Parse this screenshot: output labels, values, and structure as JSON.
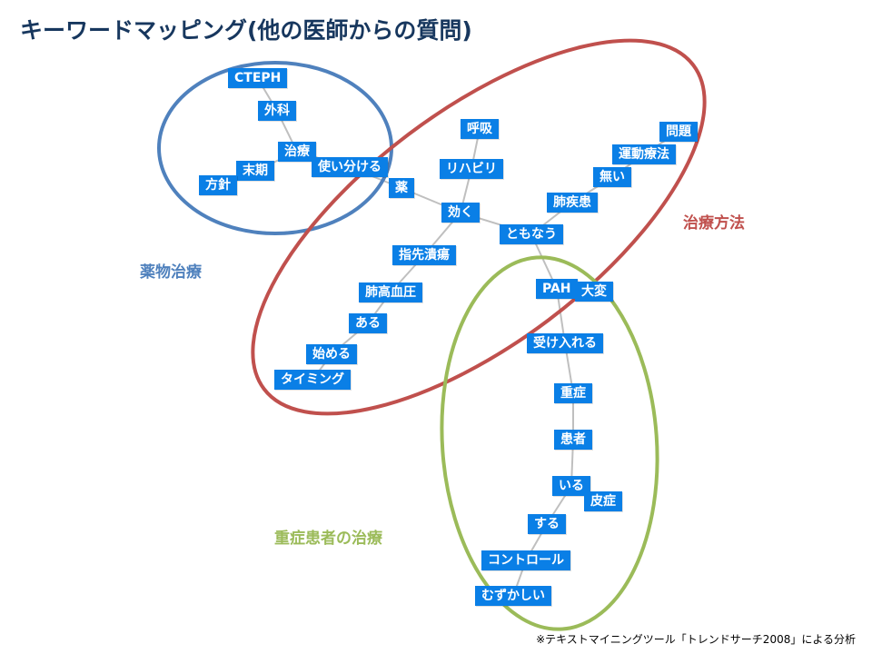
{
  "title": "キーワードマッピング(他の医師からの質問)",
  "footnote": "※テキストマイニングツール「トレンドサーチ2008」による分析",
  "colors": {
    "node_bg": "#0a7fe6",
    "node_text": "#ffffff",
    "edge": "#bfbfbf",
    "title": "#17375e",
    "group_drug": "#4f81bd",
    "group_method": "#c0504d",
    "group_severe": "#9bbb59"
  },
  "groups": [
    {
      "id": "drug",
      "label": "薬物治療",
      "color": "#4f81bd"
    },
    {
      "id": "method",
      "label": "治療方法",
      "color": "#c0504d"
    },
    {
      "id": "severe",
      "label": "重症患者の治療",
      "color": "#9bbb59"
    }
  ],
  "nodes": [
    {
      "id": "cteph",
      "label": "CTEPH"
    },
    {
      "id": "geka",
      "label": "外科"
    },
    {
      "id": "chiryo",
      "label": "治療"
    },
    {
      "id": "tsukaiwake",
      "label": "使い分ける"
    },
    {
      "id": "makki",
      "label": "末期"
    },
    {
      "id": "houshin",
      "label": "方針"
    },
    {
      "id": "kusuri",
      "label": "薬"
    },
    {
      "id": "kokyu",
      "label": "呼吸"
    },
    {
      "id": "rihabiri",
      "label": "リハビリ"
    },
    {
      "id": "kiku",
      "label": "効く"
    },
    {
      "id": "tomonau",
      "label": "ともなう"
    },
    {
      "id": "shikkan",
      "label": "肺疾患"
    },
    {
      "id": "nai",
      "label": "無い"
    },
    {
      "id": "undo",
      "label": "運動療法"
    },
    {
      "id": "mondai",
      "label": "問題"
    },
    {
      "id": "shisen",
      "label": "指先潰瘍"
    },
    {
      "id": "hai_ketsuatsu",
      "label": "肺高血圧"
    },
    {
      "id": "aru",
      "label": "ある"
    },
    {
      "id": "hajimeru",
      "label": "始める"
    },
    {
      "id": "timing",
      "label": "タイミング"
    },
    {
      "id": "pah",
      "label": "PAH"
    },
    {
      "id": "taihen",
      "label": "大変"
    },
    {
      "id": "ukeireru",
      "label": "受け入れる"
    },
    {
      "id": "jusho",
      "label": "重症"
    },
    {
      "id": "kanja",
      "label": "患者"
    },
    {
      "id": "iru",
      "label": "いる"
    },
    {
      "id": "hisho",
      "label": "皮症"
    },
    {
      "id": "suru",
      "label": "する"
    },
    {
      "id": "control",
      "label": "コントロール"
    },
    {
      "id": "muzukashii",
      "label": "むずかしい"
    }
  ],
  "edges": [
    [
      "cteph",
      "geka"
    ],
    [
      "geka",
      "chiryo"
    ],
    [
      "chiryo",
      "tsukaiwake"
    ],
    [
      "chiryo",
      "makki"
    ],
    [
      "makki",
      "houshin"
    ],
    [
      "tsukaiwake",
      "kusuri"
    ],
    [
      "kusuri",
      "kiku"
    ],
    [
      "kokyu",
      "rihabiri"
    ],
    [
      "rihabiri",
      "kiku"
    ],
    [
      "kiku",
      "tomonau"
    ],
    [
      "kiku",
      "shisen"
    ],
    [
      "tomonau",
      "shikkan"
    ],
    [
      "shikkan",
      "nai"
    ],
    [
      "nai",
      "undo"
    ],
    [
      "undo",
      "mondai"
    ],
    [
      "tomonau",
      "pah"
    ],
    [
      "shisen",
      "hai_ketsuatsu"
    ],
    [
      "hai_ketsuatsu",
      "aru"
    ],
    [
      "aru",
      "hajimeru"
    ],
    [
      "hajimeru",
      "timing"
    ],
    [
      "pah",
      "taihen"
    ],
    [
      "pah",
      "ukeireru"
    ],
    [
      "ukeireru",
      "jusho"
    ],
    [
      "jusho",
      "kanja"
    ],
    [
      "kanja",
      "iru"
    ],
    [
      "iru",
      "hisho"
    ],
    [
      "iru",
      "suru"
    ],
    [
      "suru",
      "control"
    ],
    [
      "control",
      "muzukashii"
    ]
  ]
}
